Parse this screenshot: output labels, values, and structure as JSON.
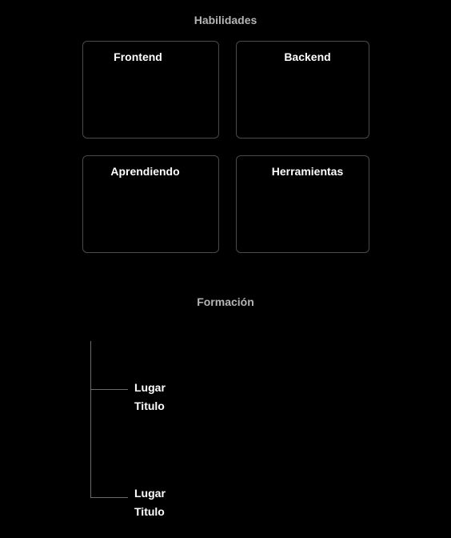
{
  "skills": {
    "title": "Habilidades",
    "cards": [
      {
        "label": "Frontend"
      },
      {
        "label": "Backend"
      },
      {
        "label": "Aprendiendo"
      },
      {
        "label": "Herramientas"
      }
    ]
  },
  "education": {
    "title": "Formación",
    "entries": [
      {
        "place": "Lugar",
        "title": "Titulo"
      },
      {
        "place": "Lugar",
        "title": "Titulo"
      }
    ]
  },
  "colors": {
    "background": "#000000",
    "section_title": "#b5b5b5",
    "text": "#ffffff",
    "card_border": "#4a4a4a",
    "timeline_line": "#6a6a6a"
  }
}
